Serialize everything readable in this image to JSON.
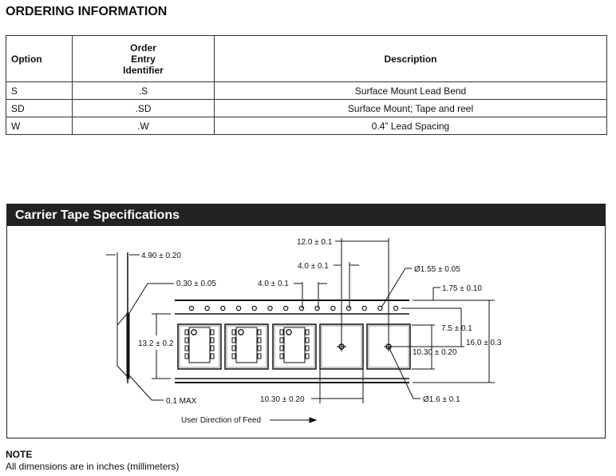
{
  "ordering": {
    "title": "ORDERING INFORMATION",
    "headers": {
      "option": "Option",
      "order_entry": "Order\nEntry\nIdentifier",
      "description": "Description"
    },
    "rows": [
      {
        "option": "S",
        "id": ".S",
        "description": "Surface Mount Lead Bend"
      },
      {
        "option": "SD",
        "id": ".SD",
        "description": "Surface Mount; Tape and reel"
      },
      {
        "option": "W",
        "id": ".W",
        "description": "0.4” Lead Spacing"
      }
    ]
  },
  "carrier": {
    "title": "Carrier Tape Specifications",
    "dims": {
      "reel_thickness": "4.90 ± 0.20",
      "tape_thickness": "0.30 ± 0.05",
      "max": "0.1 MAX",
      "pitch_12": "12.0 ± 0.1",
      "pitch_4a": "4.0 ± 0.1",
      "pitch_4b": "4.0 ± 0.1",
      "hole_dia": "Ø1.55 ± 0.05",
      "edge": "1.75 ± 0.10",
      "pocket_height": "13.2 ± 0.2",
      "center": "7.5 ± 0.1",
      "width": "16.0 ± 0.3",
      "pocket_w": "10.30 ± 0.20",
      "pocket_len": "10.30 ± 0.20",
      "pocket_hole": "Ø1.6 ± 0.1",
      "feed": "User Direction of Feed"
    }
  },
  "note": {
    "label": "NOTE",
    "text": "All dimensions are in inches (millimeters)"
  }
}
